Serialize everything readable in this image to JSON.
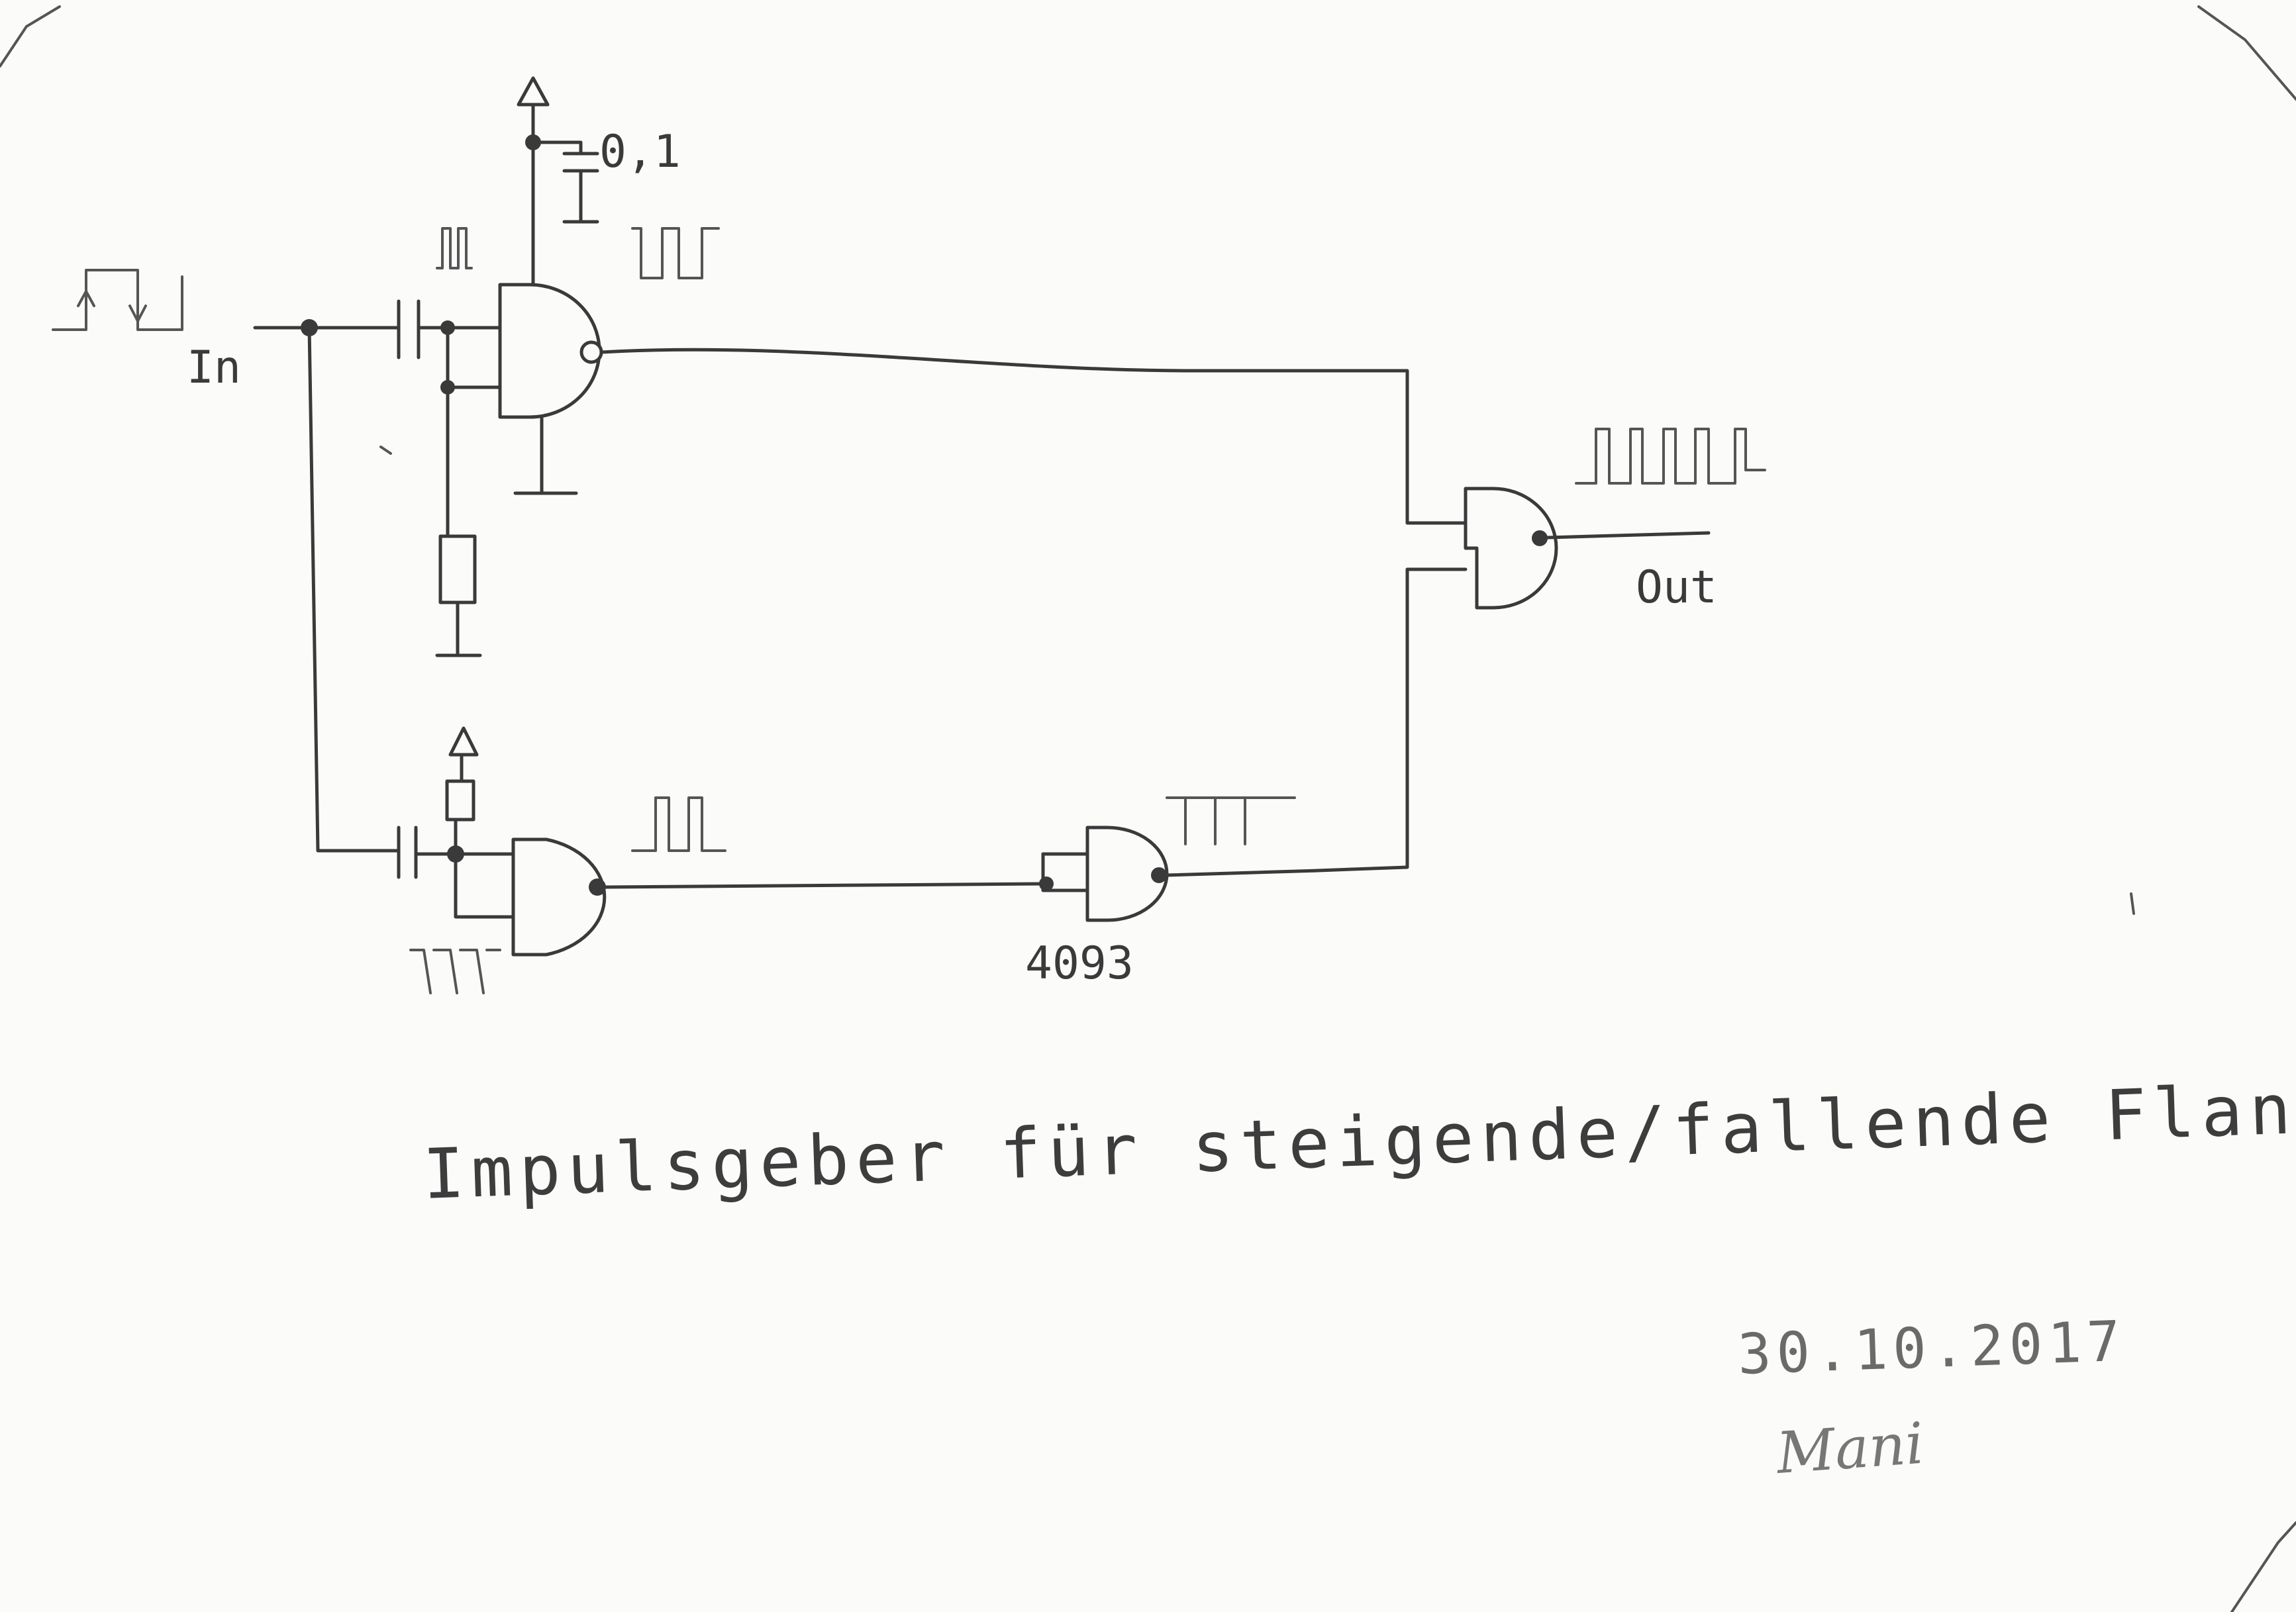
{
  "labels": {
    "input": "In",
    "output": "Out",
    "capacitor": "0,1",
    "ic": "4093"
  },
  "caption": "Impulsgeber für steigende/fallende Flanke",
  "date": "30.10.2017",
  "signature": "Mani",
  "colors": {
    "ink": "#3a3a3a",
    "paper": "#fbfbfa",
    "pencil_light": "#6a6a6a"
  }
}
